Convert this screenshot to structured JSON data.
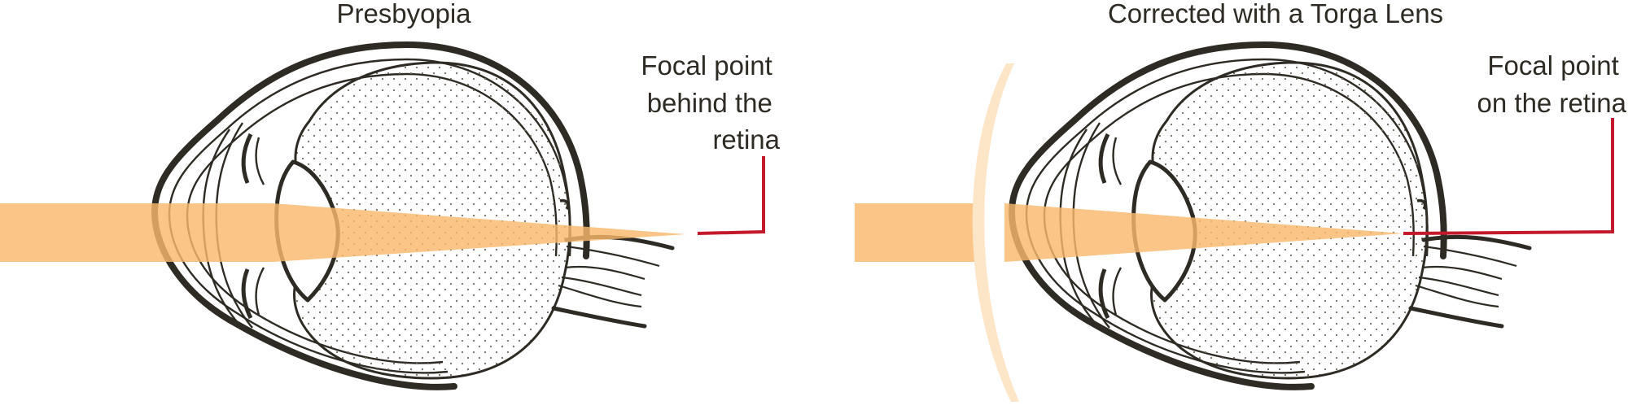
{
  "panels": {
    "left": {
      "title": "Presbyopia",
      "callout_lines": [
        "Focal point",
        "behind the",
        "retina"
      ]
    },
    "right": {
      "title": "Corrected with a Torga Lens",
      "callout_lines": [
        "Focal point",
        "on the retina"
      ]
    }
  },
  "colors": {
    "outline": "#2e2b24",
    "light_beam": "#f9b86d",
    "corrective_lens": "#fde5c7",
    "focal_leader_line": "#c4182b",
    "stipple": "#6f6a60"
  }
}
